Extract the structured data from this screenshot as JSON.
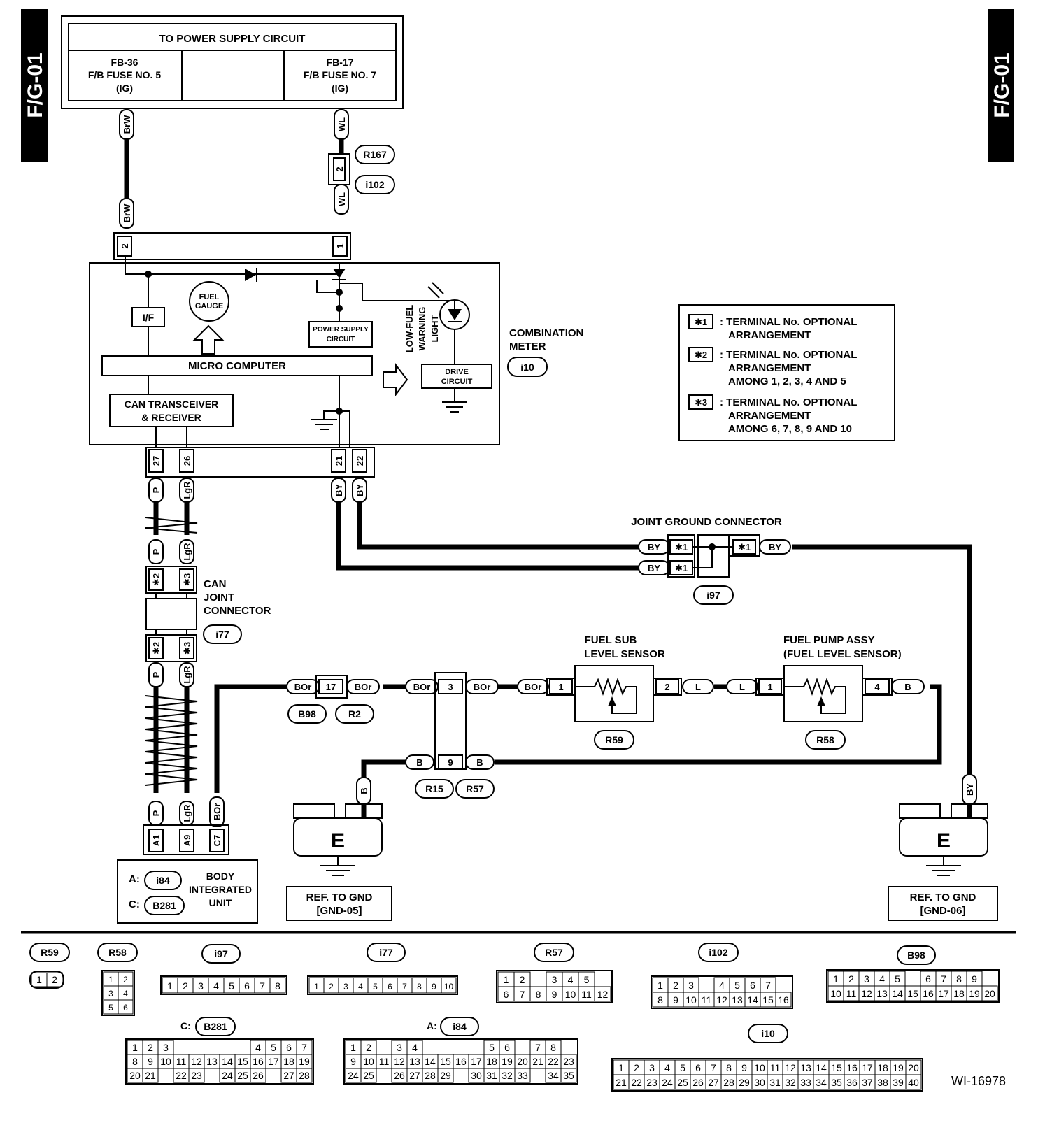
{
  "page_tag": "F/G-01",
  "power": {
    "title": "TO POWER SUPPLY CIRCUIT",
    "left_fuse": [
      "FB-36",
      "F/B FUSE NO. 5",
      "(IG)"
    ],
    "right_fuse": [
      "FB-17",
      "F/B FUSE NO. 7",
      "(IG)"
    ]
  },
  "wires": {
    "brw": "BrW",
    "wl": "WL",
    "p": "P",
    "lgr": "LgR",
    "by": "BY",
    "bor": "BOr",
    "b": "B",
    "l": "L"
  },
  "connectors": {
    "r167": "R167",
    "i102": "i102",
    "i10": "i10",
    "i97": "i97",
    "i77": "i77",
    "b98": "B98",
    "r2": "R2",
    "r15": "R15",
    "r57": "R57",
    "r59": "R59",
    "r58": "R58",
    "i84": "i84",
    "b281": "B281"
  },
  "pins": {
    "one": "1",
    "two": "2",
    "three": "3",
    "four": "4",
    "nine": "9",
    "seventeen": "17",
    "p21": "21",
    "p22": "22",
    "p26": "26",
    "p27": "27",
    "a1": "A1",
    "a9": "A9",
    "c7": "C7",
    "s1": "✱1",
    "s2": "✱2",
    "s3": "✱3"
  },
  "meter": {
    "if": "I/F",
    "fuel_gauge": [
      "FUEL",
      "GAUGE"
    ],
    "power_supply": [
      "POWER SUPPLY",
      "CIRCUIT"
    ],
    "micro": "MICRO COMPUTER",
    "can": [
      "CAN TRANSCEIVER",
      "& RECEIVER"
    ],
    "low_fuel": [
      "LOW-FUEL",
      "WARNING",
      "LIGHT"
    ],
    "drive": [
      "DRIVE",
      "CIRCUIT"
    ],
    "name": [
      "COMBINATION",
      "METER"
    ]
  },
  "legend": [
    {
      "mark": "✱1",
      "lines": [
        ": TERMINAL No. OPTIONAL",
        "ARRANGEMENT"
      ]
    },
    {
      "mark": "✱2",
      "lines": [
        ": TERMINAL No. OPTIONAL",
        "ARRANGEMENT",
        "AMONG 1, 2, 3, 4 AND 5"
      ]
    },
    {
      "mark": "✱3",
      "lines": [
        ": TERMINAL No. OPTIONAL",
        "ARRANGEMENT",
        "AMONG 6, 7, 8, 9 AND 10"
      ]
    }
  ],
  "labels": {
    "joint_ground": "JOINT GROUND CONNECTOR",
    "can_joint": [
      "CAN",
      "JOINT",
      "CONNECTOR"
    ],
    "fuel_sub": [
      "FUEL SUB",
      "LEVEL SENSOR"
    ],
    "fuel_pump": [
      "FUEL PUMP ASSY",
      "(FUEL LEVEL SENSOR)"
    ],
    "biu": [
      "BODY",
      "INTEGRATED",
      "UNIT"
    ],
    "a_prefix": "A:",
    "c_prefix": "C:",
    "ground_e": "E",
    "ref_gnd05": [
      "REF. TO GND",
      "[GND-05]"
    ],
    "ref_gnd06": [
      "REF. TO GND",
      "[GND-06]"
    ],
    "doc_id": "WI-16978"
  },
  "pinouts": {
    "r59": [
      "1",
      "2"
    ],
    "r58": [
      [
        "1",
        "2"
      ],
      [
        "3",
        "4"
      ],
      [
        "5",
        "6"
      ]
    ],
    "i97": [
      "1",
      "2",
      "3",
      "4",
      "5",
      "6",
      "7",
      "8"
    ],
    "i77": [
      "1",
      "2",
      "3",
      "4",
      "5",
      "6",
      "7",
      "8",
      "9",
      "10"
    ],
    "r57": [
      [
        "1",
        "2",
        "",
        "3",
        "4",
        "5"
      ],
      [
        "6",
        "7",
        "8",
        "9",
        "10",
        "11",
        "12"
      ]
    ],
    "i102": [
      [
        "1",
        "2",
        "3",
        "",
        "4",
        "5",
        "6",
        "7"
      ],
      [
        "8",
        "9",
        "10",
        "11",
        "12",
        "13",
        "14",
        "15",
        "16"
      ]
    ],
    "b98": [
      [
        "1",
        "2",
        "3",
        "4",
        "5",
        "",
        "6",
        "7",
        "8",
        "9"
      ],
      [
        "10",
        "11",
        "12",
        "13",
        "14",
        "15",
        "16",
        "17",
        "18",
        "19",
        "20"
      ]
    ],
    "b281": [
      [
        "1",
        "2",
        "3",
        "",
        "",
        "",
        "",
        "",
        "4",
        "5",
        "6",
        "7"
      ],
      [
        "8",
        "9",
        "10",
        "11",
        "12",
        "13",
        "14",
        "15",
        "16",
        "17",
        "18",
        "19"
      ],
      [
        "20",
        "21",
        "",
        "22",
        "23",
        "",
        "24",
        "25",
        "26",
        "",
        "27",
        "28"
      ]
    ],
    "i84": [
      [
        "1",
        "2",
        "",
        "3",
        "4",
        "",
        "",
        "",
        "",
        "5",
        "6",
        "",
        "7",
        "8"
      ],
      [
        "9",
        "10",
        "11",
        "12",
        "13",
        "14",
        "15",
        "16",
        "17",
        "18",
        "19",
        "20",
        "21",
        "22",
        "23"
      ],
      [
        "24",
        "25",
        "",
        "26",
        "27",
        "28",
        "29",
        "",
        "30",
        "31",
        "32",
        "33",
        "",
        "34",
        "35"
      ]
    ],
    "i10": [
      [
        "1",
        "2",
        "3",
        "4",
        "5",
        "6",
        "7",
        "8",
        "9",
        "10",
        "11",
        "12",
        "13",
        "14",
        "15",
        "16",
        "17",
        "18",
        "19",
        "20"
      ],
      [
        "21",
        "22",
        "23",
        "24",
        "25",
        "26",
        "27",
        "28",
        "29",
        "30",
        "31",
        "32",
        "33",
        "34",
        "35",
        "36",
        "37",
        "38",
        "39",
        "40"
      ]
    ]
  }
}
